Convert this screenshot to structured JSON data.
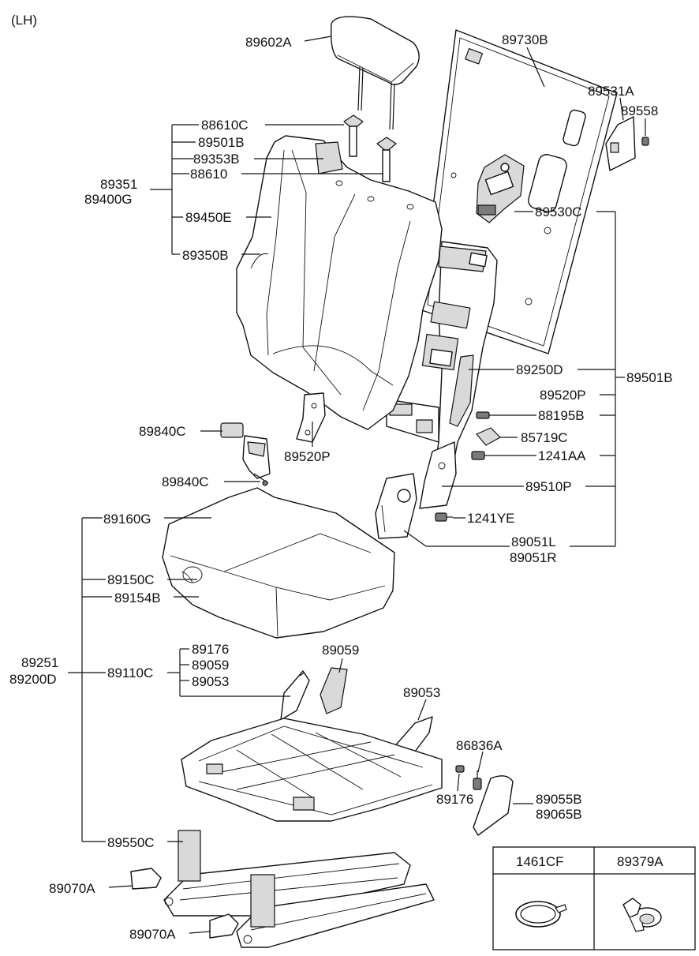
{
  "side": "(LH)",
  "labels": {
    "hr": "89602A",
    "bc": "89730B",
    "a531": "89531A",
    "a558": "89558",
    "g1": "88610C",
    "g2": "89501B",
    "g3": "89353B",
    "g4": "88610",
    "p351": "89351",
    "p400": "89400G",
    "p450": "89450E",
    "p350": "89350B",
    "p530": "89530C",
    "p250": "89250D",
    "p501r": "89501B",
    "p520a": "89520P",
    "p195": "88195B",
    "p719": "85719C",
    "p241": "1241AA",
    "p840a": "89840C",
    "p520b": "89520P",
    "p840b": "89840C",
    "p510": "89510P",
    "p241y": "1241YE",
    "p051l": "89051L",
    "p051r": "89051R",
    "p160": "89160G",
    "p150": "89150C",
    "p154": "89154B",
    "p251": "89251",
    "p200": "89200D",
    "p110": "89110C",
    "s176": "89176",
    "s059": "89059",
    "s053": "89053",
    "r059": "89059",
    "r053": "89053",
    "p836": "86836A",
    "p176b": "89176",
    "p055": "89055B",
    "p065": "89065B",
    "p550": "89550C",
    "p070a": "89070A",
    "p070b": "89070A"
  },
  "legend": {
    "col1": "1461CF",
    "col2": "89379A"
  }
}
